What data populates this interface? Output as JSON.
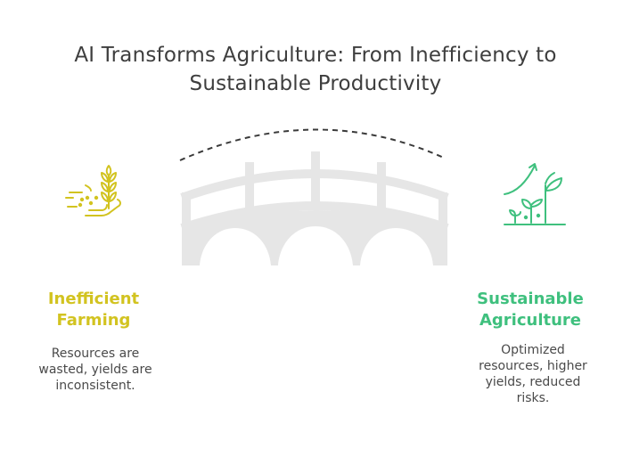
{
  "title": {
    "line1": "AI Transforms Agriculture: From Inefficiency to",
    "line2": "Sustainable Productivity"
  },
  "left": {
    "icon": "wheat-hand-icon",
    "label_line1": "Inefficient",
    "label_line2": "Farming",
    "desc_line1": "Resources are",
    "desc_line2": "wasted, yields are",
    "desc_line3": "inconsistent.",
    "color": "#d2c320"
  },
  "right": {
    "icon": "growing-plant-icon",
    "label_line1": "Sustainable",
    "label_line2": "Agriculture",
    "desc_line1": "Optimized",
    "desc_line2": "resources, higher",
    "desc_line3": "yields, reduced",
    "desc_line4": "risks.",
    "color": "#3fc07e"
  },
  "center": {
    "icon": "bridge-icon",
    "arc": "dashed-arc",
    "color": "#e6e6e6"
  }
}
